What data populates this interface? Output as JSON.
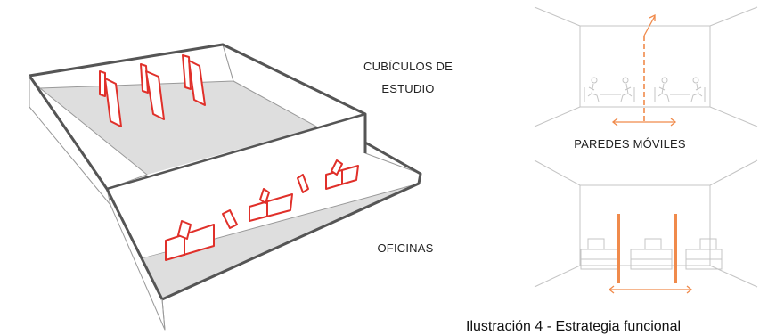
{
  "labels": {
    "cubiculos_line1": "CUBÍCULOS DE",
    "cubiculos_line2": "ESTUDIO",
    "oficinas": "OFICINAS",
    "paredes_moviles": "PAREDES MÓVILES"
  },
  "caption": "Ilustración 4 - Estrategia funcional",
  "colors": {
    "partition_red": "#e0302a",
    "movable_orange": "#f08a4b",
    "floor_gray": "#dedede",
    "outline": "#555555",
    "sketch_lines": "#c4c4c4"
  }
}
